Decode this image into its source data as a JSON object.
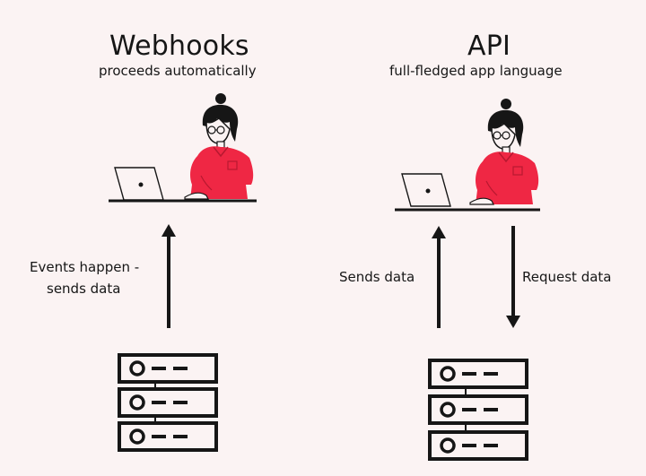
{
  "webhooks": {
    "title": "Webhooks",
    "subtitle": "proceeds automatically",
    "arrow_label_line1": "Events happen -",
    "arrow_label_line2": "sends data"
  },
  "api": {
    "title": "API",
    "subtitle": "full-fledged app language",
    "up_label": "Sends data",
    "down_label": "Request data"
  },
  "colors": {
    "background": "#fbf3f3",
    "shirt": "#ef2744",
    "ink": "#161616"
  }
}
